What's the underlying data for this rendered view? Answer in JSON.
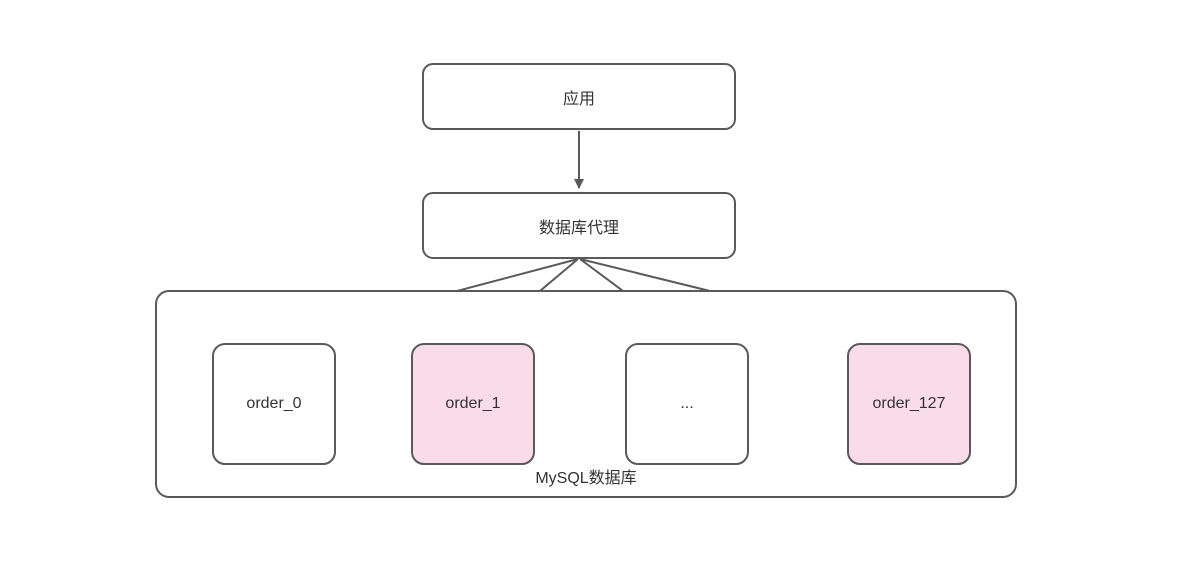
{
  "diagram": {
    "nodes": {
      "app": {
        "label": "应用"
      },
      "proxy": {
        "label": "数据库代理"
      },
      "database_container": {
        "label": "MySQL数据库"
      }
    },
    "shards": [
      {
        "label": "order_0",
        "highlighted": false
      },
      {
        "label": "order_1",
        "highlighted": true
      },
      {
        "label": "...",
        "highlighted": false
      },
      {
        "label": "order_127",
        "highlighted": true
      }
    ],
    "edges": [
      {
        "from": "应用",
        "to": "数据库代理"
      },
      {
        "from": "数据库代理",
        "to": "order_0"
      },
      {
        "from": "数据库代理",
        "to": "order_1"
      },
      {
        "from": "数据库代理",
        "to": "..."
      },
      {
        "from": "数据库代理",
        "to": "order_127"
      }
    ],
    "colors": {
      "border": "#595959",
      "text": "#333333",
      "shard_default_fill": "#ffffff",
      "shard_highlight_fill": "#fadbe9",
      "background": "#ffffff"
    }
  }
}
